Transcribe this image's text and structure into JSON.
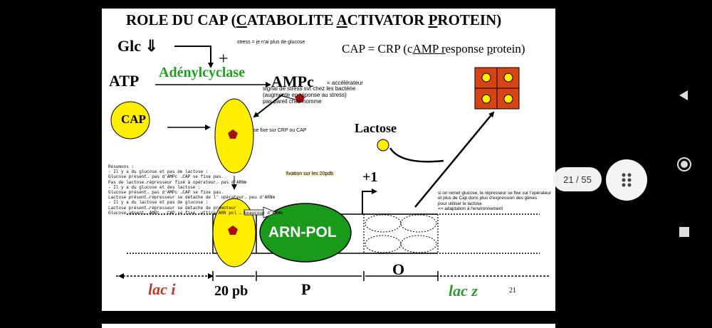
{
  "slide": {
    "title_parts": [
      "ROLE DU CAP (",
      "C",
      "ATABOLITE ",
      "A",
      "CTIVATOR ",
      "P",
      "ROTEIN)"
    ],
    "glc": "Glc ⇓",
    "plus": "+",
    "atp": "ATP",
    "adenylcyclase": "Adénylcyclase",
    "ampc": "AMPc",
    "stress_note": "stress = je n'ai plus de glucose",
    "cap_eq_parts": [
      "CAP = CRP (c",
      "AMP ",
      "r",
      "esponse ",
      "p",
      "rotein)"
    ],
    "accelerateur": "= accélérateur",
    "signal_lines": [
      "signal de stress svt chez les bactérie",
      "(augmente en réponse au stress)",
      "pas pareil chez homme"
    ],
    "cap_label": "CAP",
    "fixe_note": "se fixe sur CRP ou CAP",
    "lactose": "Lactose",
    "resumons_lines": [
      "Résumons :",
      "- Il y a du glucose et pas de lactose :",
      "Glucose présent→ pas d'AMPc →CAP se fixe pas.",
      "Pas de lactose→répresseur fixé à opérateur→ pas d'ARNm",
      "- Il y a du glucose et des lactose :",
      "Glucose présent→ pas d'AMPc →CAP se fixe pas.",
      "Lactose présent→répresseur se détache de l' opérateur→ peu d'ARNm",
      "- Il y a du lactose et pas de glucose :",
      "Lactose présent→répresseur se détache de promoteur",
      "Glucose absent→ AMPc → CAP se fixe →attire ARN pol → beaucoup d'ARNm"
    ],
    "fixation_note": "fixation sur les 20pdb",
    "plus1": "+1",
    "si_remet_lines": [
      "si on remet glucose, le répresseur se fixe sur l'opérateur",
      "et plus de Cap donc plus d'expression des gènes",
      "pour utiliser le lactose",
      "=> adaptation à l'environnement"
    ],
    "arn_pol": "ARN-POL",
    "operator_label": "O",
    "lac_i": "lac i",
    "pb20": "20 pb",
    "promoter_label": "P",
    "lac_z": "lac z",
    "page_number": "21"
  },
  "viewer": {
    "page_counter": "21 / 55"
  },
  "icons": {
    "grid": "grid-dots-icon",
    "back": "back-triangle-icon",
    "home": "home-circle-icon",
    "recents": "recents-square-icon"
  },
  "colors": {
    "cap_yellow": "#ffee00",
    "arn_pol_green": "#1a9a1a",
    "pentagon_red": "#a50f0f",
    "enzyme_orange": "#d84315"
  }
}
